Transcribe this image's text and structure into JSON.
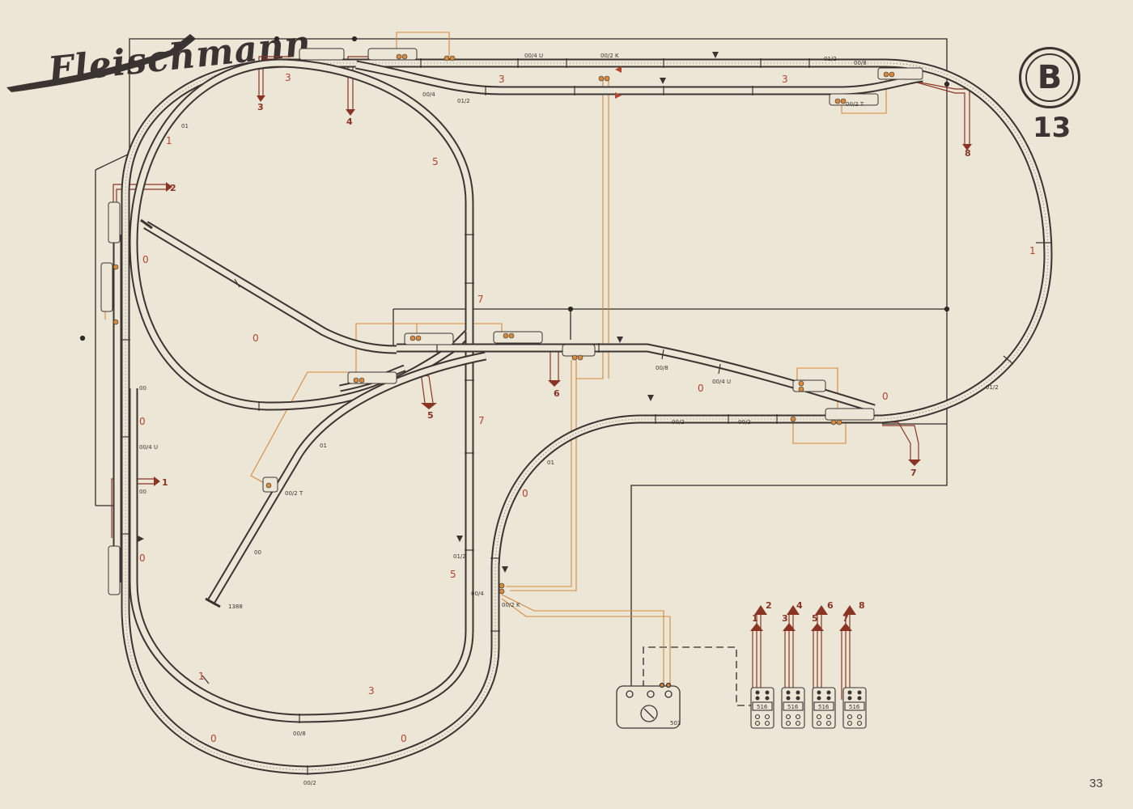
{
  "brand": {
    "logo_text": "Fleischmann"
  },
  "badge": {
    "letter": "B",
    "plan_number": "13"
  },
  "page_number": "33",
  "colors": {
    "paper": "#ece6d6",
    "track": "#3a3532",
    "wire_orange": "#d7893c",
    "wire_red": "#8a3424",
    "label_red": "#b5432e"
  },
  "red_labels": [
    "3",
    "3",
    "3",
    "5",
    "1",
    "0",
    "0",
    "0",
    "0",
    "7",
    "7",
    "5",
    "0",
    "0",
    "0",
    "1",
    "3",
    "0",
    "0",
    "1",
    "0"
  ],
  "track_codes": [
    "00/4 U",
    "00/2 K",
    "00/4",
    "01/2",
    "01/2",
    "00/8",
    "00/2 T",
    "01",
    "00",
    "00/4 U",
    "00",
    "00/2 T",
    "01",
    "00",
    "1388",
    "01/2",
    "00/4",
    "00/2 K",
    "00/2",
    "00/2",
    "00/4 U",
    "00/8",
    "01/2",
    "01",
    "00/8",
    "00/2"
  ],
  "output_terminals": [
    "1",
    "2",
    "3",
    "4",
    "5",
    "6",
    "7",
    "8"
  ],
  "switch_box_labels": [
    "516",
    "516",
    "516",
    "516"
  ],
  "transformer_label": "503"
}
